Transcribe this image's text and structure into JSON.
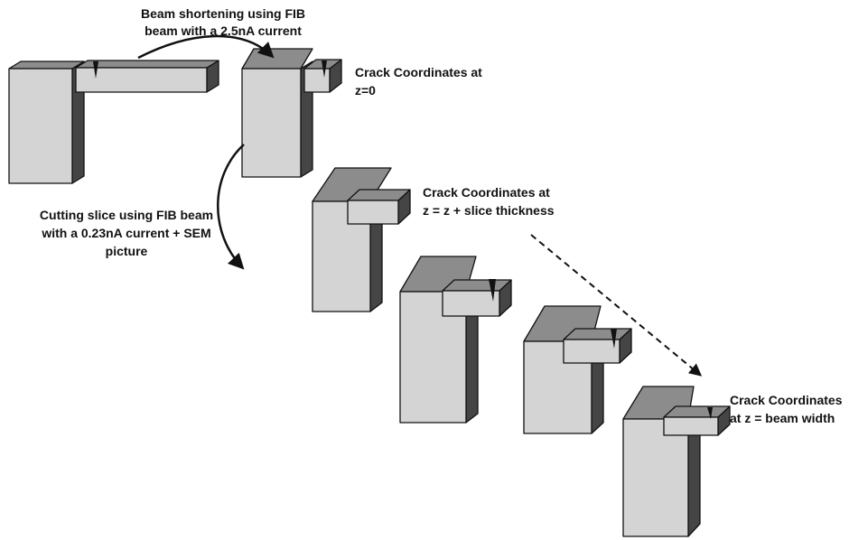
{
  "labels": {
    "shortening_line1": "Beam shortening using FIB",
    "shortening_line2": "beam with a 2.5nA current",
    "cutting_line1": "Cutting slice using FIB beam",
    "cutting_line2": "with a 0.23nA current + SEM",
    "cutting_line3": "picture",
    "crack_z0_line1": "Crack Coordinates at",
    "crack_z0_line2": "z=0",
    "crack_slice_line1": "Crack Coordinates at",
    "crack_slice_line2": "z = z + slice thickness",
    "crack_width_line1": "Crack Coordinates",
    "crack_width_line2": "at z = beam width"
  },
  "colors": {
    "block_front": "#d4d4d4",
    "block_top": "#8c8c8c",
    "block_side": "#454545",
    "outline": "#111111",
    "crack": "#111111"
  }
}
